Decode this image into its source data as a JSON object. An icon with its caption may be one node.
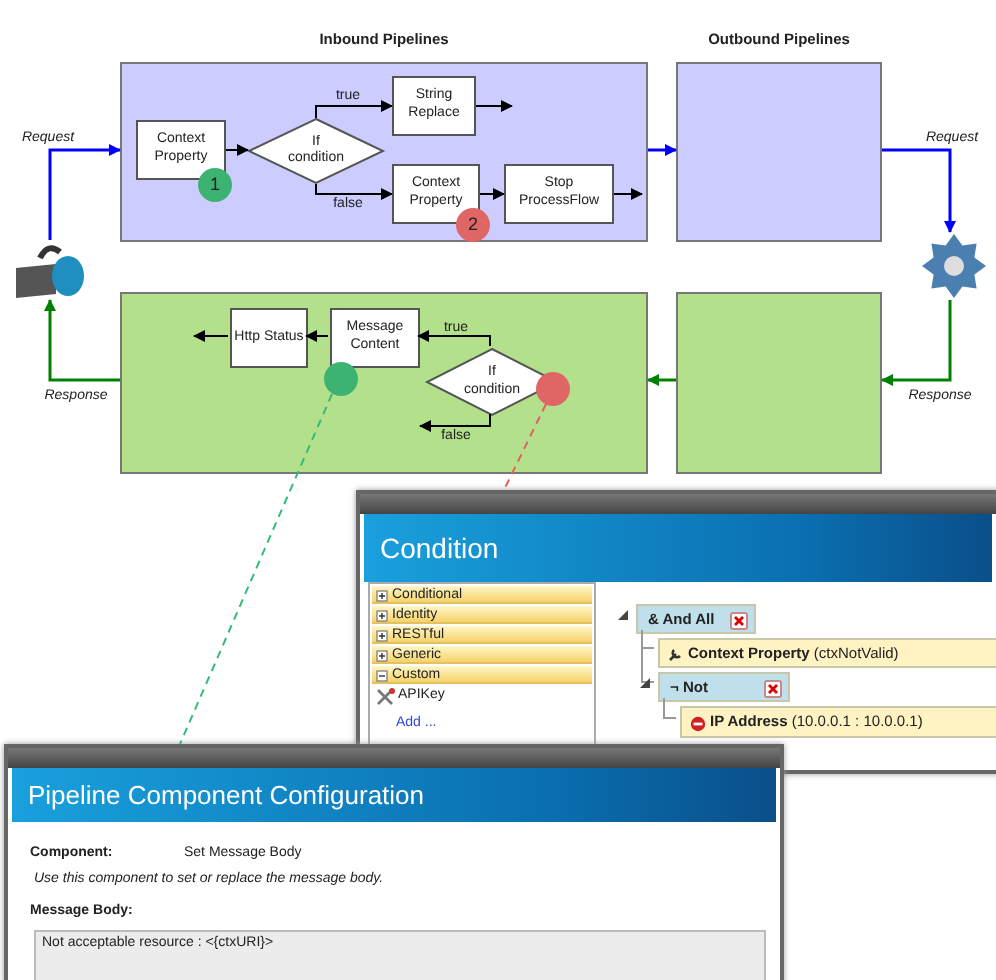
{
  "diagram": {
    "nodes": [
      {
        "text": [
          "Inbound Pipelines"
        ]
      },
      {
        "text": [
          "Context Property"
        ],
        "in": 0
      },
      {
        "text": [
          "1"
        ],
        "in": 0
      },
      {
        "text": [
          "If condition"
        ],
        "in": 0
      },
      {
        "text": [
          "String Replace"
        ],
        "in": 0
      },
      {
        "text": [
          "Context Property"
        ],
        "in": 0
      },
      {
        "text": [
          "2"
        ],
        "in": 0
      },
      {
        "text": [
          "Stop ProcessFlow"
        ],
        "in": 0
      },
      {
        "text": [
          "Outbound Pipelines"
        ]
      },
      {
        "text": [],
        "shape": "computer"
      },
      {
        "text": [],
        "shape": "gear"
      },
      {
        "text": [],
        "shape": "box"
      },
      {
        "text": [],
        "shape": "box"
      },
      {
        "text": [
          "Http Status"
        ],
        "in": 11
      },
      {
        "text": [
          "Message Content"
        ],
        "in": 11
      },
      {
        "text": [],
        "shape": "circle",
        "in": 11
      },
      {
        "text": [
          "If condition"
        ],
        "in": 11
      },
      {
        "text": [],
        "shape": "circle",
        "in": 11
      },
      {
        "text": [
          "Condition"
        ]
      },
      {
        "text": [
          "Conditional"
        ],
        "in": 18
      },
      {
        "text": [
          "Identity"
        ],
        "in": 18
      },
      {
        "text": [
          "RESTful"
        ],
        "in": 18
      },
      {
        "text": [
          "Generic"
        ],
        "in": 18
      },
      {
        "text": [
          "Custom"
        ],
        "in": 18
      },
      {
        "text": [
          "& And All"
        ],
        "in": 18
      },
      {
        "text": [
          "**Context Property** (ctxNotValid)"
        ],
        "in": 18
      },
      {
        "text": [
          "¬ Not"
        ],
        "in": 18
      },
      {
        "text": [
          "**IP Address** (10.0.0.1 : 10.0.0.1)"
        ],
        "in": 18
      },
      {
        "text": [
          "Pipeline Component Configuration"
        ]
      },
      {
        "text": [
          "Not acceptable resource : <{ctxURI}>"
        ],
        "in": 28
      }
    ],
    "edges": [
      {
        "from": 9,
        "to": 0,
        "arrow": "to",
        "label": "Request",
        "color": "#0000ff"
      },
      {
        "from": 0,
        "to": 8,
        "arrow": "to",
        "color": "#0000ff"
      },
      {
        "from": 8,
        "to": 10,
        "arrow": "to",
        "label": "Request",
        "color": "#0000ff"
      },
      {
        "from": 10,
        "to": 12,
        "arrow": "to",
        "label": "Response",
        "color": "#008000"
      },
      {
        "from": 12,
        "to": 11,
        "arrow": "to",
        "color": "#008000"
      },
      {
        "from": 11,
        "to": 9,
        "arrow": "to",
        "label": "Response",
        "color": "#008000"
      },
      {
        "from": 1,
        "to": 3,
        "arrow": "to"
      },
      {
        "from": 3,
        "to": 4,
        "arrow": "to",
        "label": "true"
      },
      {
        "from": 3,
        "to": 5,
        "arrow": "to",
        "label": "false"
      },
      {
        "from": 4,
        "to": null,
        "arrow": "to"
      },
      {
        "from": 5,
        "to": 7,
        "arrow": "to"
      },
      {
        "from": 7,
        "to": null,
        "arrow": "to"
      },
      {
        "from": 16,
        "to": 14,
        "arrow": "to",
        "label": "true"
      },
      {
        "from": 16,
        "to": null,
        "arrow": "to",
        "label": "false"
      },
      {
        "from": 14,
        "to": 13,
        "arrow": "to"
      },
      {
        "from": 13,
        "to": null,
        "arrow": "to"
      },
      {
        "from": 15,
        "to": 28,
        "arrow": "none",
        "style": "dashed",
        "color": "#33bb77"
      },
      {
        "from": 17,
        "to": 18,
        "arrow": "none",
        "style": "dashed",
        "color": "#e06060"
      },
      {
        "from": 24,
        "to": 25,
        "arrow": "none",
        "color": "#999999"
      },
      {
        "from": 24,
        "to": 26,
        "arrow": "none",
        "color": "#999999"
      },
      {
        "from": 26,
        "to": 27,
        "arrow": "none",
        "color": "#999999"
      }
    ],
    "labels": [
      "APIKey",
      "Add ...",
      "Component:",
      "Set Message Body",
      "Use this component to set or replace the message body.",
      "Message Body:"
    ]
  }
}
